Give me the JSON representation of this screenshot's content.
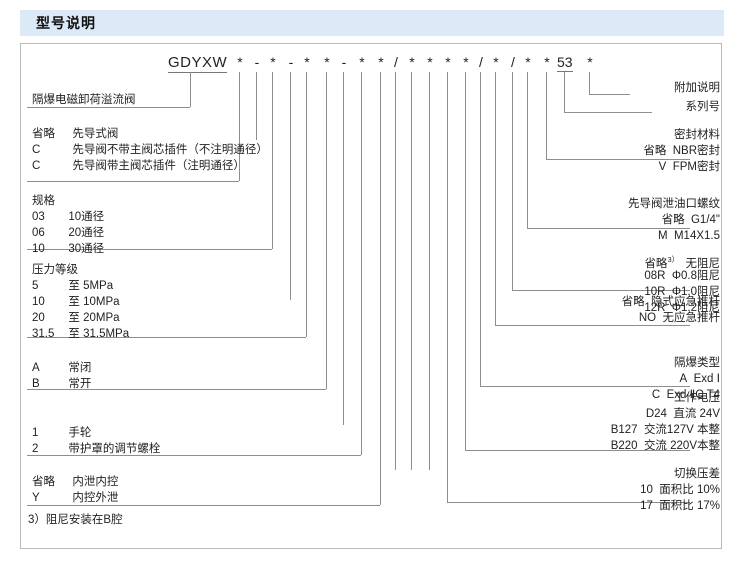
{
  "banner": {
    "title": "型号说明"
  },
  "model_code": {
    "name": "GDYXW",
    "series_number": "53",
    "tokens": [
      "*",
      "-",
      "*",
      "-",
      "*",
      "*",
      "-",
      "*",
      "*",
      "/",
      "*",
      "*",
      "*",
      "*",
      "/",
      "*",
      "/",
      "*",
      "*",
      "53",
      "*"
    ]
  },
  "left_groups": [
    {
      "name": "product-name",
      "lines": [
        {
          "code": "",
          "text": "隔爆电磁卸荷溢流阀"
        }
      ]
    },
    {
      "name": "pilot-type",
      "lines": [
        {
          "code": "省略",
          "text": "先导式阀"
        },
        {
          "code": "C",
          "text": "先导阀不带主阀芯插件（不注明通径）"
        },
        {
          "code": "C",
          "text": "先导阀带主阀芯插件（注明通径）"
        }
      ]
    },
    {
      "name": "size",
      "header": "规格",
      "lines": [
        {
          "code": "03",
          "text": "10通径"
        },
        {
          "code": "06",
          "text": "20通径"
        },
        {
          "code": "10",
          "text": "30通径"
        }
      ]
    },
    {
      "name": "pressure-grade",
      "header": "压力等级",
      "lines": [
        {
          "code": "5",
          "text": "至  5MPa"
        },
        {
          "code": "10",
          "text": "至 10MPa"
        },
        {
          "code": "20",
          "text": "至 20MPa"
        },
        {
          "code": "31.5",
          "text": "至 31.5MPa"
        }
      ]
    },
    {
      "name": "normal-state",
      "lines": [
        {
          "code": "A",
          "text": "常闭"
        },
        {
          "code": "B",
          "text": "常开"
        }
      ]
    },
    {
      "name": "adjust-type",
      "lines": [
        {
          "code": "1",
          "text": "手轮"
        },
        {
          "code": "2",
          "text": "带护罩的调节螺栓"
        }
      ]
    },
    {
      "name": "drain-control",
      "lines": [
        {
          "code": "省略",
          "text": "内泄内控"
        },
        {
          "code": "Y",
          "text": "内控外泄"
        }
      ]
    }
  ],
  "footnote": "3）阻尼安装在B腔",
  "right_groups": [
    {
      "name": "additional-note",
      "lines": [
        {
          "code": "",
          "text": "附加说明"
        }
      ]
    },
    {
      "name": "series-number",
      "lines": [
        {
          "code": "",
          "text": "系列号"
        }
      ]
    },
    {
      "name": "seal-material",
      "header": "密封材料",
      "lines": [
        {
          "code": "省略",
          "text": "NBR密封"
        },
        {
          "code": "V",
          "text": "FPM密封"
        }
      ]
    },
    {
      "name": "pilot-drain-thread",
      "header": "先导阀泄油口螺纹",
      "lines": [
        {
          "code": "省略",
          "text": "G1/4\""
        },
        {
          "code": "M",
          "text": "M14X1.5"
        }
      ]
    },
    {
      "name": "damping",
      "lines": [
        {
          "code": "省略",
          "code_sup": "3）",
          "text": "无阻尼"
        },
        {
          "code": "08R",
          "text": "Φ0.8阻尼"
        },
        {
          "code": "10R",
          "text": "Φ1.0阻尼"
        },
        {
          "code": "12R",
          "text": "Φ1.2阻尼"
        }
      ]
    },
    {
      "name": "emergency-rod",
      "lines": [
        {
          "code": "省略",
          "text": "隐式应急推杆"
        },
        {
          "code": "NO",
          "text": "无应急推杆"
        }
      ]
    },
    {
      "name": "explosion-proof-type",
      "header": "隔爆类型",
      "lines": [
        {
          "code": "A",
          "text": "Exd Ⅰ"
        },
        {
          "code": "C",
          "text": "Exd ⅡC T4"
        }
      ]
    },
    {
      "name": "working-voltage",
      "header": "工作电压",
      "lines": [
        {
          "code": "D24",
          "text": "直流 24V"
        },
        {
          "code": "B127",
          "text": "交流127V 本整"
        },
        {
          "code": "B220",
          "text": "交流 220V本整"
        }
      ]
    },
    {
      "name": "switch-pressure-diff",
      "header": "切换压差",
      "lines": [
        {
          "code": "10",
          "text": "面积比  10%"
        },
        {
          "code": "17",
          "text": "面积比  17%"
        }
      ]
    }
  ]
}
